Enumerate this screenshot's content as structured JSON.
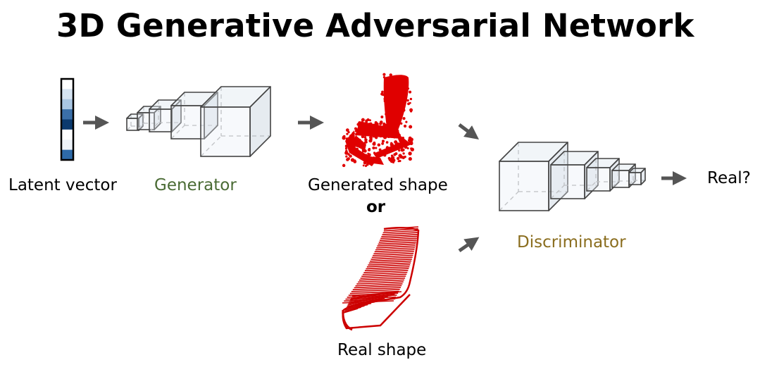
{
  "title": "3D Generative Adversarial Network",
  "labels": {
    "latent": "Latent vector",
    "generator": "Generator",
    "generated": "Generated shape",
    "or": "or",
    "real_shape": "Real shape",
    "discriminator": "Discriminator",
    "output": "Real?"
  },
  "colors": {
    "generator": "#4a6b34",
    "discriminator": "#8a6d1e",
    "shape": "#e00000",
    "arrow": "#555555"
  },
  "latent_cells": [
    "#ffffff",
    "#d6e4f2",
    "#a9c6e2",
    "#3b6fa8",
    "#0b3a6e",
    "#ffffff",
    "#eef3f9",
    "#2e6aa8"
  ]
}
